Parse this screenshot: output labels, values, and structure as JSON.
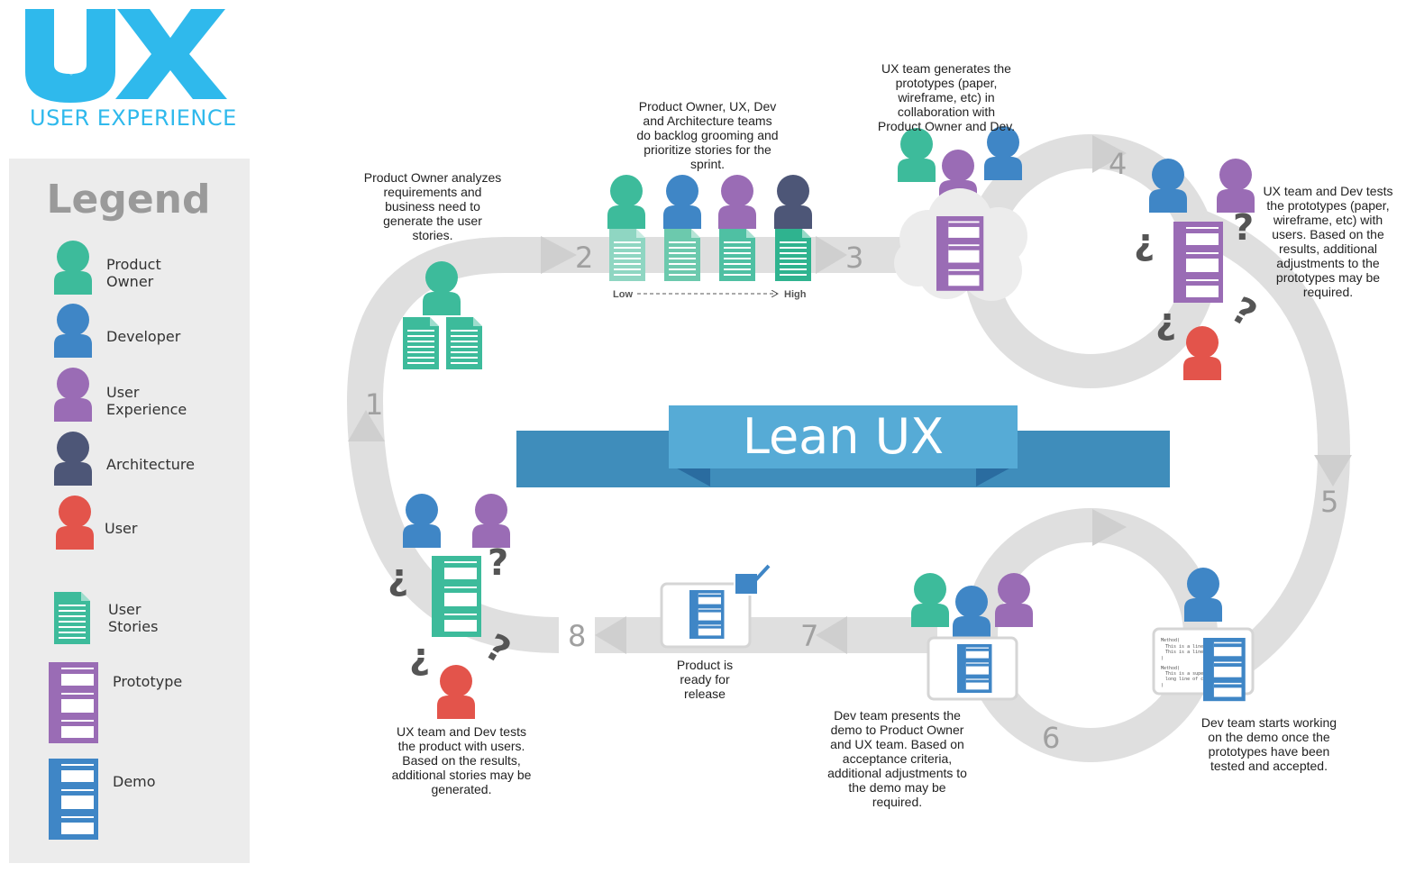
{
  "logo": {
    "wordmark": "USER EXPERIENCE",
    "letters": "UX"
  },
  "legend": {
    "title": "Legend",
    "items": [
      {
        "label": "Product\nOwner",
        "color": "#3dbb9b"
      },
      {
        "label": "Developer",
        "color": "#3f86c6"
      },
      {
        "label": "User\nExperience",
        "color": "#9a6cb5"
      },
      {
        "label": "Architecture",
        "color": "#4d5677"
      },
      {
        "label": "User",
        "color": "#e3544b"
      },
      {
        "label": "User\nStories",
        "color": "#3dbb9b"
      },
      {
        "label": "Prototype",
        "color": "#9a6cb5"
      },
      {
        "label": "Demo",
        "color": "#3f86c6"
      }
    ]
  },
  "banner": {
    "title": "Lean UX"
  },
  "steps": {
    "s1": "1",
    "s2": "2",
    "s3": "3",
    "s4": "4",
    "s5": "5",
    "s6": "6",
    "s7": "7",
    "s8": "8"
  },
  "priority": {
    "low": "Low",
    "high": "High"
  },
  "descriptions": {
    "step1": "Product Owner analyzes\nrequirements and\nbusiness need to\ngenerate the user\nstories.",
    "step2": "Product Owner, UX, Dev\nand Architecture teams\ndo backlog grooming and\nprioritize stories for the\nsprint.",
    "step3": "UX team generates the\nprototypes (paper,\nwireframe, etc) in\ncollaboration with\nProduct Owner and Dev.",
    "step4": "UX team and Dev tests\nthe prototypes (paper,\nwireframe, etc) with\nusers. Based on the\nresults, additional\nadjustments to the\nprototypes may be\nrequired.",
    "step5": "Dev team starts working\non the demo once the\nprototypes have been\ntested and accepted.",
    "step6": "Dev team presents the\ndemo to Product Owner\nand UX team. Based on\nacceptance criteria,\nadditional adjustments to\nthe demo may be\nrequired.",
    "step7": "Product is\nready for\nrelease",
    "step8": "UX team and Dev tests\nthe product with users.\nBased on the results,\nadditional stories may be\ngenerated."
  },
  "code_snippet": [
    "Method(",
    "This is a line of code",
    "This is a line of code",
    ")",
    "Method(",
    "This is a super",
    "long line of code",
    ")"
  ],
  "colors": {
    "product_owner": "#3dbb9b",
    "developer": "#3f86c6",
    "user_experience": "#9a6cb5",
    "architecture": "#4d5677",
    "user": "#e3544b",
    "brand": "#2fb9ec",
    "banner_front": "#56abd6",
    "banner_back": "#3f8dbb",
    "track": "#dcdcdc"
  }
}
